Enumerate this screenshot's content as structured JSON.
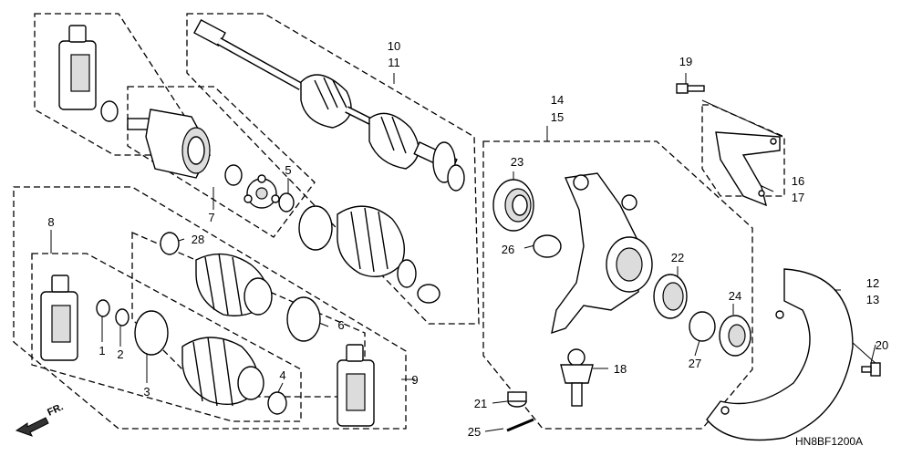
{
  "callouts": [
    "1",
    "2",
    "3",
    "4",
    "5",
    "6",
    "7",
    "8",
    "9",
    "10",
    "11",
    "12",
    "13",
    "14",
    "15",
    "16",
    "17",
    "18",
    "19",
    "20",
    "21",
    "22",
    "23",
    "24",
    "25",
    "26",
    "27",
    "28"
  ],
  "diagram_code": "HN8BF1200A",
  "direction_label": "FR.",
  "colors": {
    "line": "#000000",
    "background": "#ffffff",
    "shade": "#dcdcdc"
  }
}
